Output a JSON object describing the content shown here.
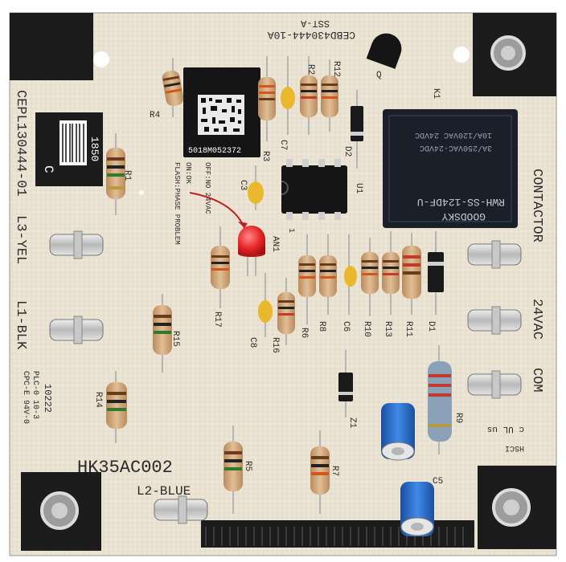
{
  "board": {
    "part_number": "CEPL130444-01",
    "model": "HK35AC002",
    "chip_code": "CEBD430444-10A",
    "chip_sub": "SST-A",
    "date_code": "5018M052372",
    "label_c": "C",
    "label_year": "1850",
    "led_legend": "OFF:NO 24VAC",
    "led_legend2": "ON:OK",
    "led_legend3": "FLASH:PHASE PROBLEM",
    "rating_line1": "CPC-E 94V-0",
    "rating_line2": "PLC-0 10-3",
    "rating_line3": "10222"
  },
  "terminals": {
    "l3": "L3-YEL",
    "l1": "L1-BLK",
    "l2": "L2-BLUE",
    "contactor": "CONTACTOR",
    "vac": "24VAC",
    "com": "COM"
  },
  "relay": {
    "brand": "GOODSKY",
    "model": "RWH-SS-124DF-U",
    "rating1": "10A/120VAC 24VDC",
    "rating2": "3A/250VAC-24VDC"
  },
  "designators": {
    "R1": "R1",
    "R2": "R2",
    "R3": "R3",
    "R4": "R4",
    "R5": "R5",
    "R6": "R6",
    "R7": "R7",
    "R8": "R8",
    "R9": "R9",
    "R10": "R10",
    "R11": "R11",
    "R12": "R12",
    "R13": "R13",
    "R14": "R14",
    "R15": "R15",
    "R16": "R16",
    "R17": "R17",
    "C3": "C3",
    "C5": "C5",
    "C6": "C6",
    "C7": "C7",
    "C8": "C8",
    "D1": "D1",
    "D2": "D2",
    "Z1": "Z1",
    "U1": "U1",
    "K1": "K1",
    "Q": "Q",
    "AN1": "AN1",
    "IC1": "1"
  },
  "marks": {
    "cert": "c UL us",
    "cert_sub": "HSCI"
  },
  "colors": {
    "board": "#ede7da",
    "corner": "#1c1c1c",
    "chip": "#151515",
    "relay": "#1a1f2a",
    "resistor": "#cda57c",
    "led": "#e8262a",
    "cap_yellow": "#e9b82c",
    "cap_blue": "#2a6cc8",
    "silk": "#2a2a2a"
  }
}
